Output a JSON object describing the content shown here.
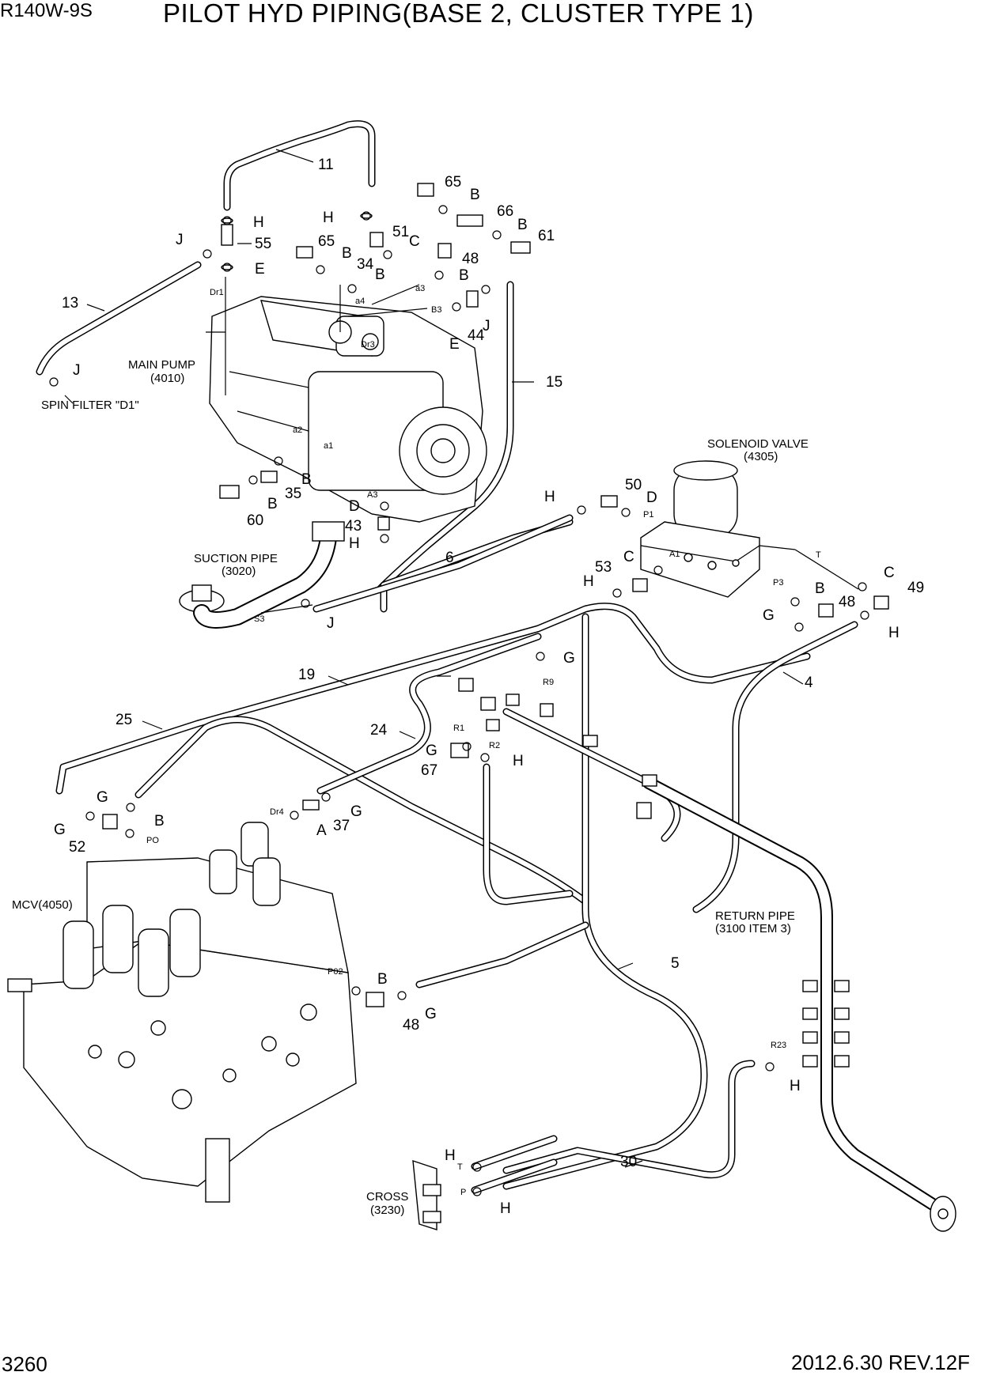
{
  "header": {
    "model": "R140W-9S",
    "title": "PILOT HYD PIPING(BASE 2, CLUSTER TYPE 1)"
  },
  "footer": {
    "page_number": "3260",
    "date_revision": "2012.6.30  REV.12F"
  },
  "components": {
    "main_pump": {
      "name": "MAIN PUMP",
      "ref": "(4010)"
    },
    "spin_filter": {
      "name": "SPIN FILTER \"D1\""
    },
    "suction_pipe": {
      "name": "SUCTION PIPE",
      "ref": "(3020)"
    },
    "solenoid_valve": {
      "name": "SOLENOID VALVE",
      "ref": "(4305)"
    },
    "mcv": {
      "name": "MCV(4050)"
    },
    "return_pipe": {
      "name": "RETURN PIPE",
      "ref": "(3100 ITEM 3)"
    },
    "cross": {
      "name": "CROSS",
      "ref": "(3230)"
    }
  },
  "callouts": {
    "c11": "11",
    "c13": "13",
    "c15": "15",
    "c65a": "65",
    "c65b": "65",
    "c66": "66",
    "c61": "61",
    "c51": "51",
    "c34": "34",
    "c55": "55",
    "c48a": "48",
    "c44": "44",
    "c35": "35",
    "c60": "60",
    "c43": "43",
    "c50": "50",
    "c53": "53",
    "c49": "49",
    "c48b": "48",
    "c6": "6",
    "c4": "4",
    "c19": "19",
    "c25": "25",
    "c24": "24",
    "c67": "67",
    "c37": "37",
    "c52": "52",
    "c48c": "48",
    "c5": "5",
    "c30": "30",
    "H1": "H",
    "H2": "H",
    "J1": "J",
    "E1": "E",
    "J2": "J",
    "B1": "B",
    "B2": "B",
    "B3": "B",
    "C1": "C",
    "B4": "B",
    "B5": "B",
    "E2": "E",
    "J3": "J",
    "B6": "B",
    "B7": "B",
    "D1": "D",
    "H3": "H",
    "J4": "J",
    "H4": "H",
    "D2": "D",
    "C2": "C",
    "H5": "H",
    "C3": "C",
    "B8": "B",
    "G1": "G",
    "H6": "H",
    "G2": "G",
    "G3": "G",
    "H7": "H",
    "G4": "G",
    "G5": "G",
    "B9": "B",
    "G6": "G",
    "A1": "A",
    "B10": "B",
    "G7": "G",
    "H8": "H",
    "H9": "H",
    "H10": "H"
  },
  "ports": {
    "dr1": "Dr1",
    "a4": "a4",
    "a3": "a3",
    "b3": "B3",
    "dr3": "Dr3",
    "a2": "a2",
    "a1": "a1",
    "pa3": "A3",
    "s3": "S3",
    "p1": "P1",
    "pA1": "A1",
    "p3": "P3",
    "t1": "T",
    "r9": "R9",
    "r1": "R1",
    "r2": "R2",
    "dr4": "Dr4",
    "po": "PO",
    "p02": "P02",
    "r23": "R23",
    "t2": "T",
    "pp": "P"
  }
}
